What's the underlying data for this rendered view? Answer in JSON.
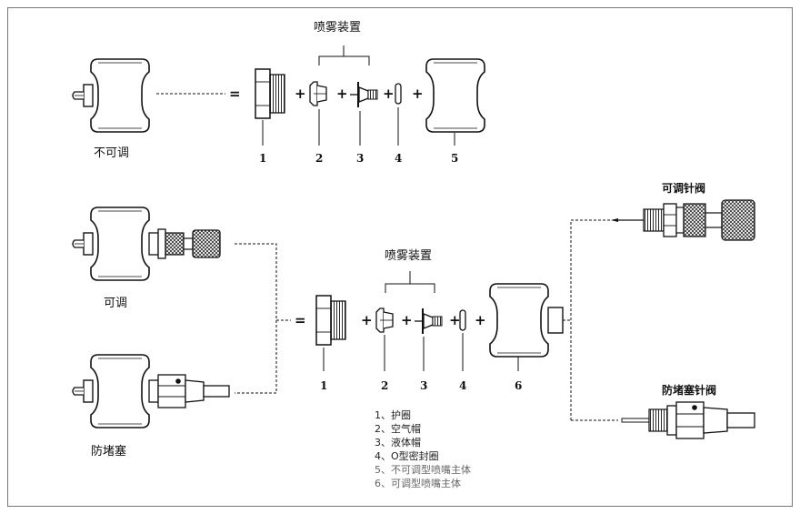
{
  "labels": {
    "spray_device_top": "喷雾装置",
    "spray_device_bottom": "喷雾装置",
    "non_adjustable": "不可调",
    "adjustable": "可调",
    "anti_clog": "防堵塞",
    "adjustable_needle_valve": "可调针阀",
    "anti_clog_needle_valve": "防堵塞针阀"
  },
  "top_numbers": [
    "1",
    "2",
    "3",
    "4",
    "5"
  ],
  "bottom_numbers": [
    "1",
    "2",
    "3",
    "4",
    "6"
  ],
  "operators": {
    "equals": "=",
    "plus": "+"
  },
  "legend": [
    "1、护圈",
    "2、空气帽",
    "3、液体帽",
    "4、O型密封圈",
    "5、不可调型喷嘴主体",
    "6、可调型喷嘴主体"
  ]
}
